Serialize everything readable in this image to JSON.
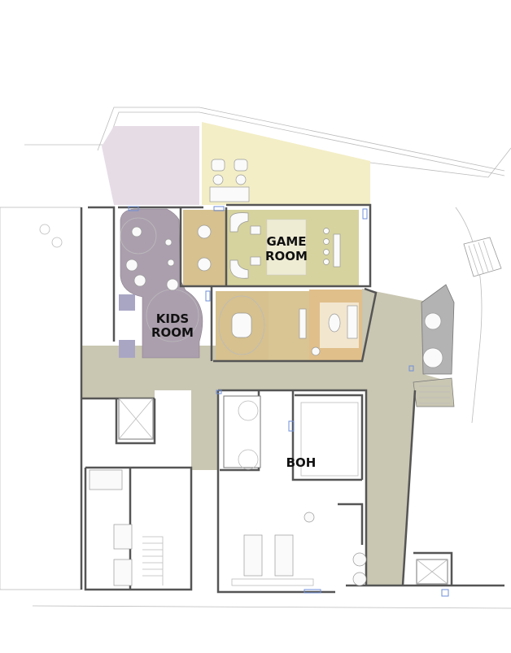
{
  "rooms": {
    "game_room": {
      "line1": "GAME",
      "line2": "ROOM"
    },
    "kids_room": {
      "line1": "KIDS",
      "line2": "ROOM"
    },
    "boh": {
      "label": "BOH"
    }
  },
  "colors": {
    "kids_terrace": "#e6dce6",
    "game_terrace": "#f3eec6",
    "kids_room": "#ab9fae",
    "kids_alcove": "#a9a6c4",
    "game_room": "#d6d39f",
    "dining_room": "#d6c18f",
    "lounge": "#e0bf8a",
    "corridor": "#c9c6b2",
    "restroom": "#b3b3b3",
    "window": "#6f8fd8"
  }
}
